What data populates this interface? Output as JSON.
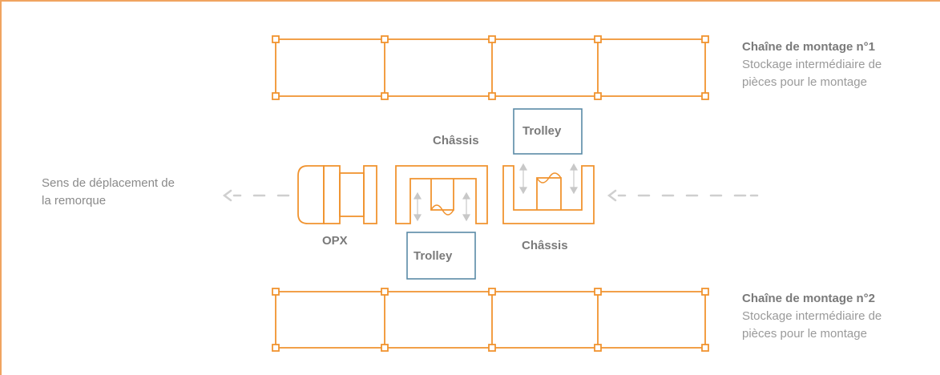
{
  "colors": {
    "orange": "#f0932f",
    "blue": "#5a8aa6",
    "grey_text": "#8a8a8a",
    "arrow_grey": "#cfcfcf",
    "frame": "#f0a460"
  },
  "direction": {
    "line1": "Sens de déplacement de",
    "line2": "la remorque"
  },
  "line1": {
    "title": "Chaîne de montage n°1",
    "sub1": "Stockage intermédiaire de",
    "sub2": "pièces pour le montage"
  },
  "line2": {
    "title": "Chaîne de montage n°2",
    "sub1": "Stockage intermédiaire de",
    "sub2": "pièces pour le montage"
  },
  "labels": {
    "chassis_top": "Châssis",
    "chassis_bottom": "Châssis",
    "opx": "OPX",
    "trolley_top": "Trolley",
    "trolley_bottom": "Trolley"
  },
  "icons": [
    "arrow-left-dashed-icon",
    "opx-vehicle-icon",
    "chassis-icon",
    "trolley-box-icon"
  ]
}
